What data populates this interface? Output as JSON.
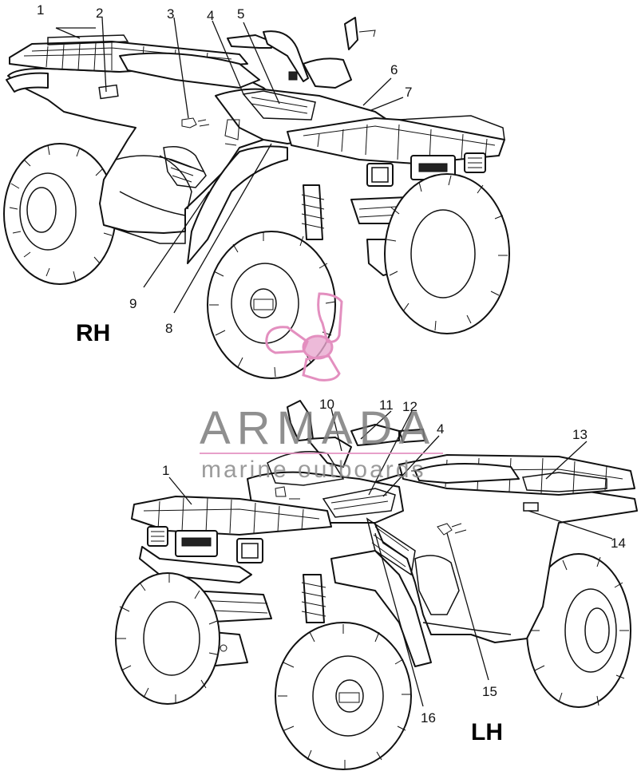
{
  "views": [
    {
      "side_label": "RH",
      "callouts": [
        "1",
        "2",
        "3",
        "4",
        "5",
        "6",
        "7",
        "8",
        "9"
      ]
    },
    {
      "side_label": "LH",
      "callouts": [
        "1",
        "4",
        "10",
        "11",
        "12",
        "13",
        "14",
        "15",
        "16"
      ]
    }
  ],
  "watermark": {
    "brand": "ARMADA",
    "tagline": "marine outboards",
    "color_primary": "#7b7b7b",
    "color_logo": "#e38fbf"
  }
}
